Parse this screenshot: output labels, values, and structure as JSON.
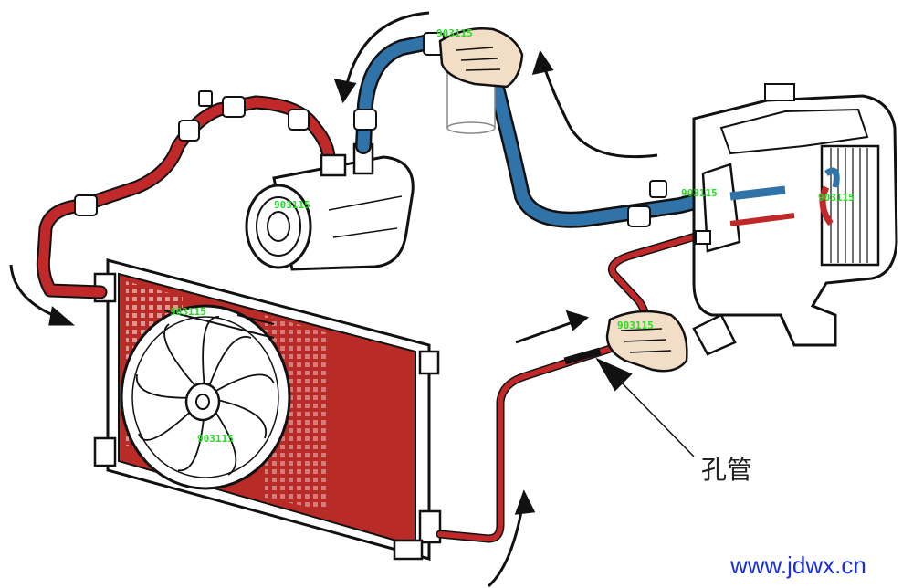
{
  "labels": {
    "orifice_tube": "孔管",
    "site": "www.jdwx.cn"
  },
  "watermarks": [
    "903115",
    "903115",
    "903115",
    "903115",
    "903115",
    "903115",
    "903115"
  ],
  "colors": {
    "high_pressure_line": "#c0282a",
    "low_pressure_line": "#2f73a8",
    "condenser_core": "#b92b27",
    "outline": "#111111",
    "watermark": "#22dd22",
    "site_text": "#1a2fd6"
  },
  "icons": [
    "compressor-icon",
    "condenser-icon",
    "fan-icon",
    "accumulator-icon",
    "evaporator-icon",
    "hand-icon",
    "flow-arrow-icon"
  ]
}
